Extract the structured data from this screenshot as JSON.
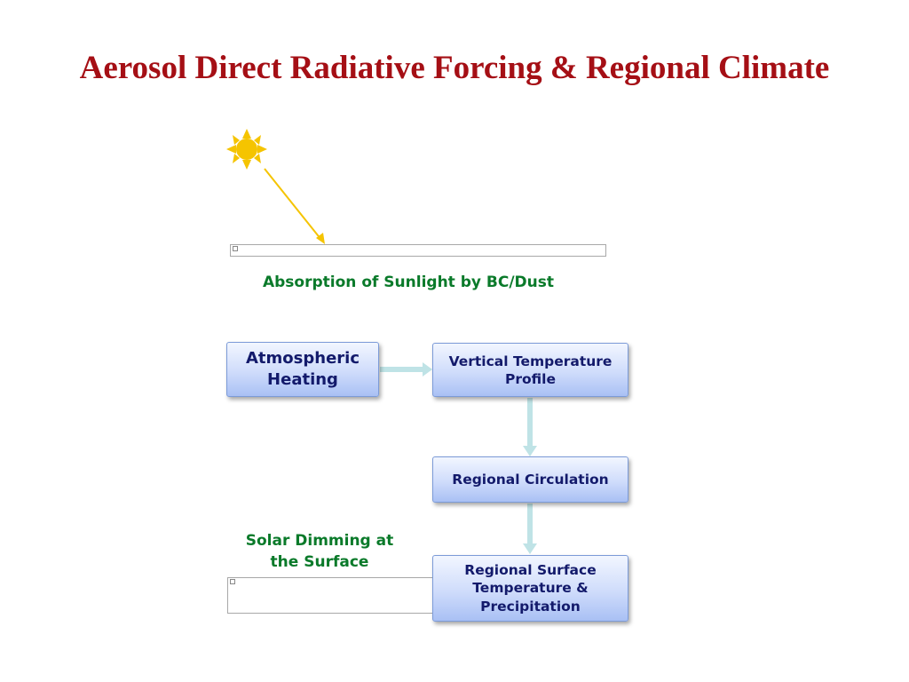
{
  "title": "Aerosol Direct Radiative Forcing & Regional Climate",
  "labels": {
    "absorption": "Absorption of Sunlight by BC/Dust",
    "dimming": "Solar Dimming at the Surface"
  },
  "boxes": {
    "atmospheric_heating": "Atmospheric Heating",
    "vertical_profile": "Vertical Temperature Profile",
    "regional_circulation": "Regional Circulation",
    "surface": "Regional Surface Temperature & Precipitation"
  },
  "colors": {
    "title": "#a50f15",
    "green_label": "#0a7a2a",
    "box_text": "#131a6b",
    "sun": "#f5c400",
    "connector": "#bfe3e6"
  },
  "icons": {
    "sun": "sun-icon"
  }
}
